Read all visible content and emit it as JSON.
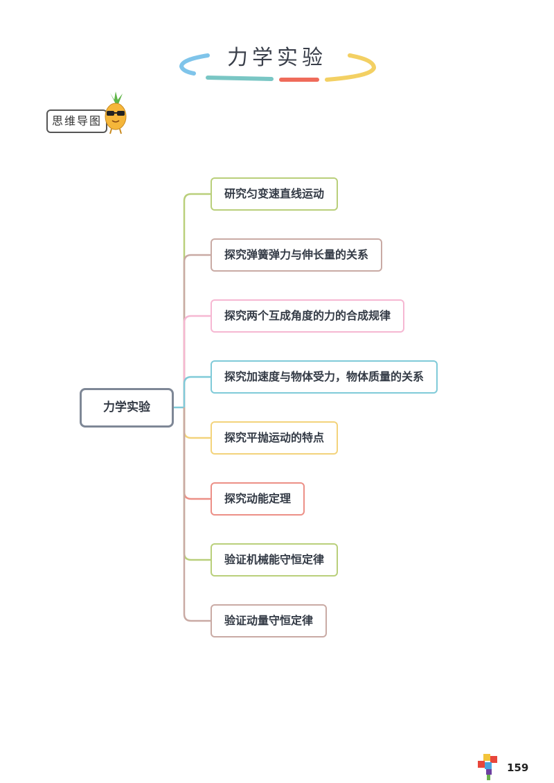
{
  "header": {
    "title": "力学实验",
    "decoration_colors": [
      "#7fc4ea",
      "#79c6c4",
      "#ef6b5a",
      "#f3d063"
    ]
  },
  "tag": {
    "label": "思维导图",
    "mascot_icon": "pineapple-with-sunglasses-icon"
  },
  "mindmap": {
    "root": {
      "label": "力学实验",
      "color": "#7e8796"
    },
    "branches": [
      {
        "label": "研究匀变速直线运动",
        "color": "#b9cf7a"
      },
      {
        "label": "探究弹簧弹力与伸长量的关系",
        "color": "#c9aaa4"
      },
      {
        "label": "探究两个互成角度的力的合成规律",
        "color": "#f6b7d2"
      },
      {
        "label": "探究加速度与物体受力，物体质量的关系",
        "color": "#7fcad8"
      },
      {
        "label": "探究平抛运动的特点",
        "color": "#f3d37b"
      },
      {
        "label": "探究动能定理",
        "color": "#ec8f86"
      },
      {
        "label": "验证机械能守恒定律",
        "color": "#b9cf7a"
      },
      {
        "label": "验证动量守恒定律",
        "color": "#c9aaa4"
      }
    ]
  },
  "footer": {
    "page_number": "159",
    "logo_icon": "colorful-blocks-logo-icon"
  }
}
